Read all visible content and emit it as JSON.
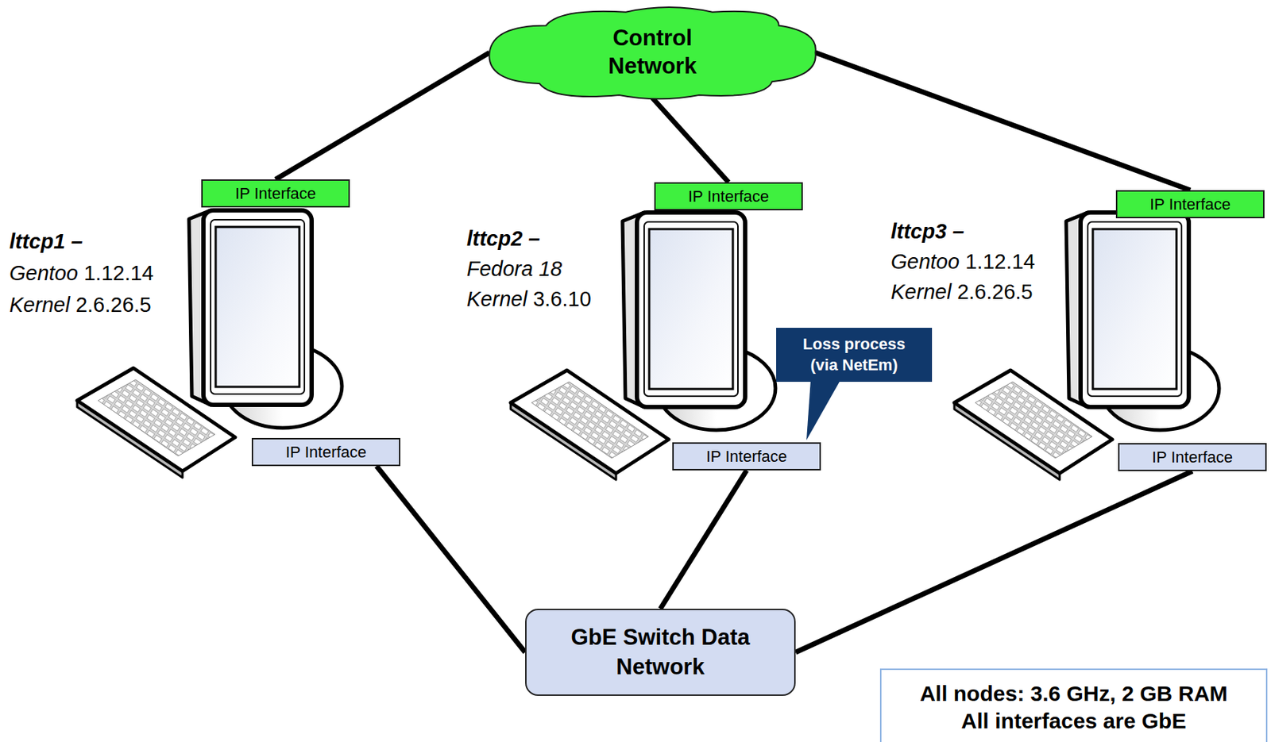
{
  "diagram": {
    "nodes": [
      {
        "text": [
          "Control Network"
        ]
      },
      {
        "text": [
          "IP Interface"
        ]
      },
      {
        "text": [
          "IP Interface"
        ]
      },
      {
        "text": [
          "IP Interface"
        ]
      },
      {
        "text": [
          "IP Interface"
        ]
      },
      {
        "text": [
          "Loss process (via NetEm)"
        ]
      },
      {
        "text": [
          "IP Interface"
        ]
      },
      {
        "text": [
          "IP Interface"
        ]
      },
      {
        "text": [
          "GbE Switch Data Network"
        ]
      },
      {
        "text": [
          "All nodes: 3.6 GHz, 2 GB RAM",
          "All interfaces are GbE"
        ]
      }
    ],
    "edges": [
      {
        "from": 0,
        "to": 1,
        "arrow": "none"
      },
      {
        "from": 0,
        "to": 2,
        "arrow": "none"
      },
      {
        "from": 0,
        "to": 3,
        "arrow": "none"
      },
      {
        "from": 4,
        "to": 8,
        "arrow": "none"
      },
      {
        "from": 6,
        "to": 8,
        "arrow": "none"
      },
      {
        "from": 7,
        "to": 8,
        "arrow": "none"
      }
    ],
    "labels": [
      "lttcp1 –",
      "Gentoo 1.12.14",
      "Kernel 2.6.26.5",
      "lttcp2 –",
      "Fedora 18",
      "Kernel 3.6.10",
      "lttcp3 –",
      "Gentoo 1.12.14",
      "Kernel 2.6.26.5"
    ]
  }
}
